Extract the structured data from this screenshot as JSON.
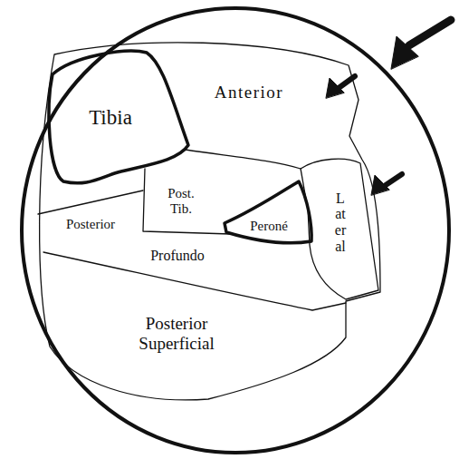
{
  "diagram": {
    "nodes": [
      {
        "text": [
          "Tibia"
        ]
      },
      {
        "text": [
          "Anterior"
        ]
      },
      {
        "text": [
          "Lateral"
        ]
      },
      {
        "text": [
          "Post. Tib."
        ]
      },
      {
        "text": [
          "Peroné"
        ]
      },
      {
        "text": [
          "Posterior",
          "Profundo"
        ]
      },
      {
        "text": [
          "Posterior Superficial"
        ]
      }
    ]
  }
}
